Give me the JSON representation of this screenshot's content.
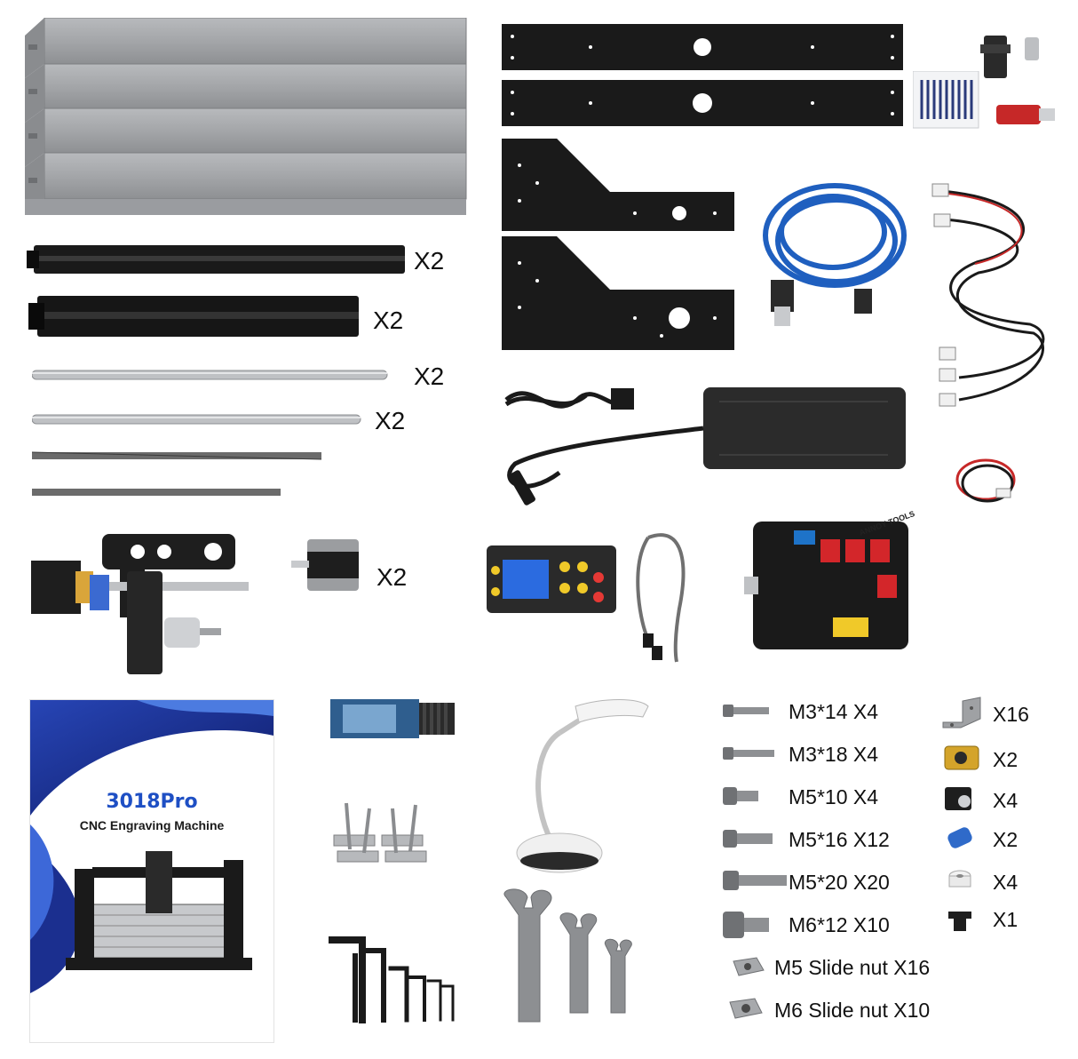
{
  "quantities": {
    "black_extrusion_long": "X2",
    "black_extrusion_short": "X2",
    "smooth_rod_long": "X2",
    "smooth_rod_short": "X2",
    "stepper_motor": "X2"
  },
  "manual": {
    "title": "3018Pro",
    "subtitle": "CNC Engraving Machine"
  },
  "controller_board": {
    "brand": "ANNOY TOOLS"
  },
  "screws": [
    {
      "label": "M3*14 X4"
    },
    {
      "label": "M3*18 X4"
    },
    {
      "label": "M5*10 X4"
    },
    {
      "label": "M5*16 X12"
    },
    {
      "label": "M5*20 X20"
    },
    {
      "label": "M6*12 X10"
    }
  ],
  "nuts": [
    {
      "label": "M5 Slide nut X16"
    },
    {
      "label": "M6 Slide nut X10"
    }
  ],
  "small_parts": [
    {
      "qty": "X16"
    },
    {
      "qty": "X2"
    },
    {
      "qty": "X4"
    },
    {
      "qty": "X2"
    },
    {
      "qty": "X4"
    },
    {
      "qty": "X1"
    }
  ],
  "colors": {
    "aluminum": "#a7a9ac",
    "black_plate": "#1a1a1a",
    "usb_cable": "#1f5fbf",
    "manual_blue": "#1b2f8f",
    "board_red": "#d3262a"
  }
}
